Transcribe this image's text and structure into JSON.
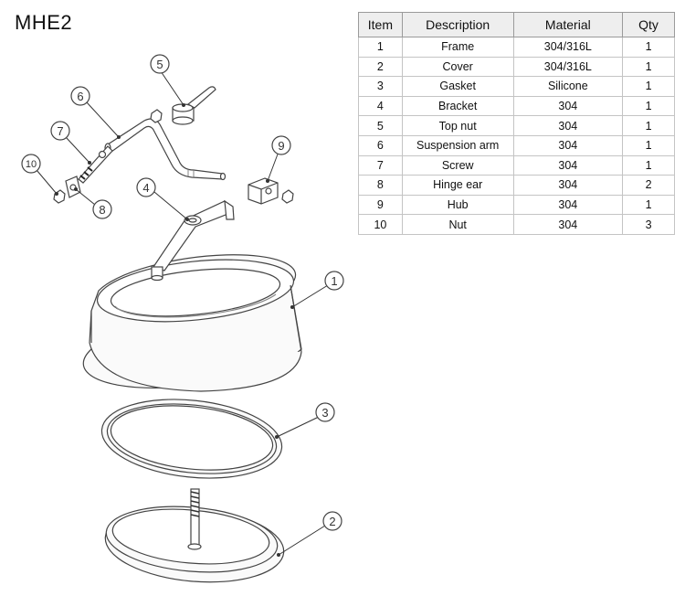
{
  "title": "MHE2",
  "table": {
    "headers": [
      "Item",
      "Description",
      "Material",
      "Qty"
    ],
    "rows": [
      [
        "1",
        "Frame",
        "304/316L",
        "1"
      ],
      [
        "2",
        "Cover",
        "304/316L",
        "1"
      ],
      [
        "3",
        "Gasket",
        "Silicone",
        "1"
      ],
      [
        "4",
        "Bracket",
        "304",
        "1"
      ],
      [
        "5",
        "Top nut",
        "304",
        "1"
      ],
      [
        "6",
        "Suspension arm",
        "304",
        "1"
      ],
      [
        "7",
        "Screw",
        "304",
        "1"
      ],
      [
        "8",
        "Hinge ear",
        "304",
        "2"
      ],
      [
        "9",
        "Hub",
        "304",
        "1"
      ],
      [
        "10",
        "Nut",
        "304",
        "3"
      ]
    ]
  },
  "callouts": [
    "1",
    "2",
    "3",
    "4",
    "5",
    "6",
    "7",
    "8",
    "9",
    "10"
  ]
}
